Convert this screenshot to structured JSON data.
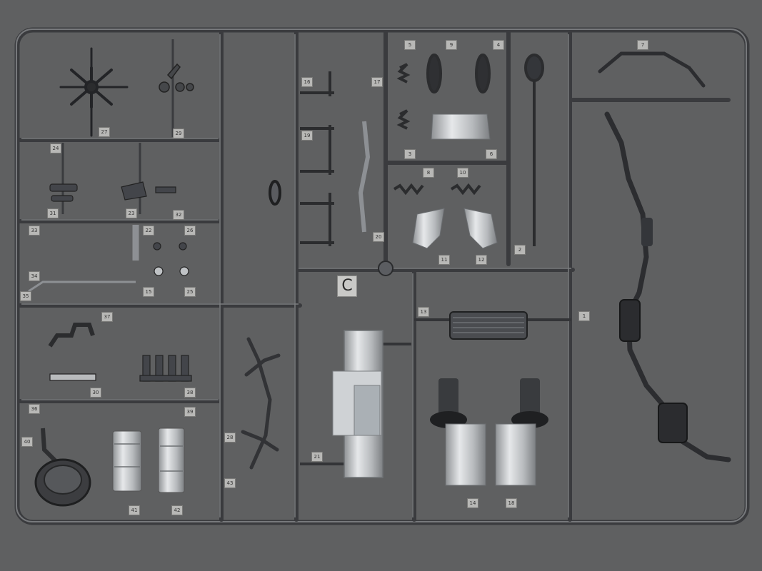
{
  "photo": {
    "subject": "plastic model kit sprue tree",
    "background_color": "#5f6061",
    "plastic_color": "#3a3b3e",
    "chrome_color": "#c8cacc"
  },
  "sprue": {
    "tree_letter": "C",
    "part_numbers": [
      "1",
      "2",
      "3",
      "4",
      "5",
      "6",
      "7",
      "8",
      "9",
      "10",
      "11",
      "12",
      "13",
      "14",
      "15",
      "16",
      "17",
      "18",
      "19",
      "20",
      "21",
      "22",
      "23",
      "24",
      "25",
      "26",
      "27",
      "28",
      "29",
      "30",
      "31",
      "32",
      "33",
      "34",
      "35",
      "36",
      "37",
      "38",
      "39",
      "40",
      "41",
      "42",
      "43"
    ]
  }
}
